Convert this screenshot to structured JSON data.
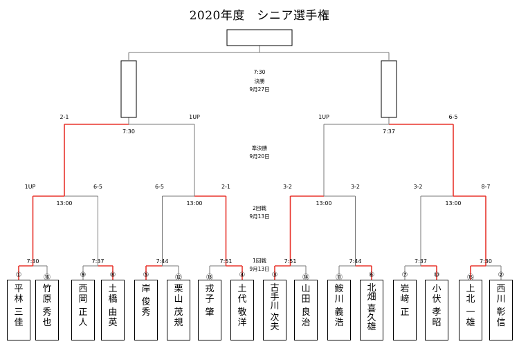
{
  "title": "2020年度　シニア選手権",
  "rounds": {
    "final": [
      "7:30",
      "決勝",
      "9月27日"
    ],
    "semifinal": [
      "準決勝",
      "9月20日"
    ],
    "round2": [
      "2回戦",
      "9月13日"
    ],
    "round1": [
      "1回戦",
      "9月13日"
    ]
  },
  "players": [
    {
      "seed": "①",
      "name": [
        "平",
        "林",
        "",
        "三",
        "佳"
      ]
    },
    {
      "seed": "⑯",
      "name": [
        "竹",
        "原",
        "",
        "秀",
        "也"
      ]
    },
    {
      "seed": "⑨",
      "name": [
        "西",
        "岡",
        "",
        "正",
        "人"
      ]
    },
    {
      "seed": "⑧",
      "name": [
        "土",
        "橋",
        "",
        "由",
        "英"
      ]
    },
    {
      "seed": "⑤",
      "name": [
        "岸",
        "",
        "俊",
        "秀"
      ]
    },
    {
      "seed": "⑫",
      "name": [
        "栗",
        "山",
        "",
        "茂",
        "規"
      ]
    },
    {
      "seed": "⑬",
      "name": [
        "戎",
        "子",
        "",
        "肇"
      ]
    },
    {
      "seed": "④",
      "name": [
        "土",
        "代",
        "",
        "敬",
        "洋"
      ]
    },
    {
      "seed": "③",
      "name": [
        "古",
        "手",
        "川",
        "",
        "次",
        "夫"
      ]
    },
    {
      "seed": "⑭",
      "name": [
        "山",
        "田",
        "",
        "良",
        "治"
      ]
    },
    {
      "seed": "⑪",
      "name": [
        "鮟",
        "川",
        "",
        "義",
        "浩"
      ]
    },
    {
      "seed": "⑥",
      "name": [
        "北",
        "畑",
        "",
        "喜",
        "久",
        "雄"
      ]
    },
    {
      "seed": "⑦",
      "name": [
        "岩",
        "﨑",
        "",
        "正"
      ]
    },
    {
      "seed": "⑩",
      "name": [
        "小",
        "伏",
        "",
        "孝",
        "昭"
      ]
    },
    {
      "seed": "⑮",
      "name": [
        "上",
        "北",
        "",
        "一",
        "雄"
      ]
    },
    {
      "seed": "②",
      "name": [
        "西",
        "川",
        "",
        "彰",
        "信"
      ]
    }
  ],
  "round1_times": [
    "7:30",
    "7:37",
    "7:44",
    "7:51",
    "7:51",
    "7:44",
    "7:37",
    "7:30"
  ],
  "round1_winner": [
    "left",
    "right",
    "left",
    "right",
    "left",
    "right",
    "right",
    "left"
  ],
  "round2_times": [
    "13:00",
    "13:00",
    "13:00",
    "13:00"
  ],
  "round2_scores": [
    [
      "1UP",
      "6-5"
    ],
    [
      "6-5",
      "2-1"
    ],
    [
      "3-2",
      "3-2"
    ],
    [
      "3-2",
      "8-7"
    ]
  ],
  "round2_winner": [
    "left",
    "right",
    "left",
    "right"
  ],
  "semifinal_times": [
    "7:30",
    "7:37"
  ],
  "semifinal_scores": [
    [
      "2-1",
      "1UP"
    ],
    [
      "1UP",
      "6-5"
    ]
  ],
  "semifinal_winner": [
    "left",
    "right"
  ],
  "colors": {
    "win": "#e8342c",
    "line": "#777777",
    "text": "#000000"
  }
}
